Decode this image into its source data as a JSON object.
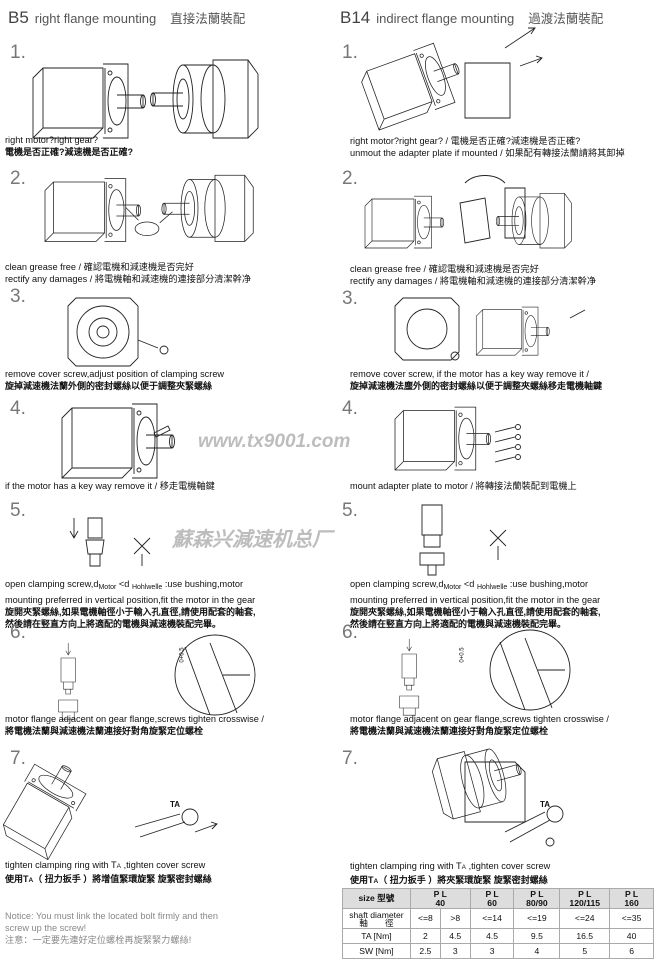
{
  "left": {
    "header": {
      "code": "B5",
      "title": "right flange mounting",
      "title_zh": "直接法蘭裝配"
    },
    "steps": [
      {
        "num": "1.",
        "lines": [
          "right motor?right gear?",
          "電機是否正確?減速機是否正確?"
        ]
      },
      {
        "num": "2.",
        "lines": [
          "clean grease free / 確認電機和減速機是否完好",
          "rectify any damages / 將電機軸和減速機的連接部分清潔幹净"
        ]
      },
      {
        "num": "3.",
        "lines": [
          "remove cover screw,adjust position of clamping screw",
          "旋掉減速機法蘭外側的密封螺絲以便于調整夾緊螺絲"
        ]
      },
      {
        "num": "4.",
        "lines": [
          "if the motor has a key way remove it / 移走電機軸鍵"
        ]
      },
      {
        "num": "5.",
        "lines": [
          "open clamping screw,d",
          "Motor",
          " <d ",
          "Hohlwelle",
          " :use bushing,motor",
          "mounting preferred in vertical position,fit the motor in the gear",
          "旋開夾緊螺絲,如果電機軸徑小于輸入孔直徑,請使用配套的軸套,",
          "然後請在竪直方向上將適配的電機與減速機裝配完畢。"
        ]
      },
      {
        "num": "6.",
        "lines": [
          "motor flange adjacent on gear flange,screws tighten crosswise /",
          "將電機法蘭與減速機法蘭連接好對角旋緊定位螺栓"
        ]
      },
      {
        "num": "7.",
        "lines": [
          "tighten clamping ring with T",
          "A",
          " ,tighten cover screw",
          "使用T",
          "A",
          "（ 扭力扳手 ）將增值緊環旋緊 旋緊密封螺絲"
        ]
      }
    ],
    "notice": [
      "Notice: You must link the located bolt firmly and then",
      "screw up the screw!",
      "注意：一定要先連好定位螺栓再旋緊緊力螺絲!"
    ]
  },
  "right": {
    "header": {
      "code": "B14",
      "title": "indirect flange mounting",
      "title_zh": "過渡法蘭裝配"
    },
    "steps": [
      {
        "num": "1.",
        "lines": [
          "right motor?right gear? / 電機是否正確?減速機是否正確?",
          "unmout the adapter plate if mounted  / 如果配有轉接法蘭請將其卸掉"
        ]
      },
      {
        "num": "2.",
        "lines": [
          "clean grease free / 確認電機和減速機是否完好",
          "rectify any damages / 將電機軸和減速機的連接部分清潔幹净"
        ]
      },
      {
        "num": "3.",
        "lines": [
          "remove cover screw, if the motor has a key way remove it /",
          "旋掉減速機法塵外側的密封螺絲以便于調整夾螺絲移走電機軸鍵"
        ]
      },
      {
        "num": "4.",
        "lines": [
          "mount adapter plate to motor / 將轉接法蘭裝配到電機上"
        ]
      },
      {
        "num": "5.",
        "lines": [
          "open clamping screw,d",
          "Motor",
          " <d ",
          "Hohlwelle",
          " :use bushing,motor",
          "mounting preferred in vertical position,fit the motor in the gear",
          "旋開夾緊螺絲,如果電機軸徑小于輸入孔直徑,請使用配套的軸套,",
          "然後請在竪直方向上將適配的電機與減速機裝配完畢。"
        ]
      },
      {
        "num": "6.",
        "lines": [
          "motor flange adjacent on gear flange,screws tighten crosswise /",
          "將電機法蘭與減速機法蘭連接好對角旋緊定位螺栓"
        ]
      },
      {
        "num": "7.",
        "lines": [
          "tighten clamping ring with T",
          "A",
          " ,tighten cover screw",
          "使用T",
          "A",
          "（ 扭力扳手 ）將夾緊環旋緊 旋緊密封螺絲"
        ]
      }
    ]
  },
  "labels": {
    "ta": "TA",
    "tol": "0+0.5"
  },
  "table": {
    "header": [
      "size 型號",
      "P L\n40",
      "P L\n60",
      "P L\n80/90",
      "P L\n120/115",
      "P L\n160"
    ],
    "rows": [
      {
        "label": "shaft diameter\n軸　　徑",
        "values": [
          "<=8",
          ">8",
          "<=14",
          "<=19",
          "<=24",
          "<=35"
        ]
      },
      {
        "label": "TA  [Nm]",
        "values": [
          "2",
          "4.5",
          "4.5",
          "9.5",
          "16.5",
          "40"
        ]
      },
      {
        "label": "SW  [Nm]",
        "values": [
          "2.5",
          "3",
          "3",
          "4",
          "5",
          "6"
        ]
      }
    ]
  },
  "watermark": {
    "url": "www.tx9001.com",
    "name": "蘇森兴減速机总厂"
  }
}
